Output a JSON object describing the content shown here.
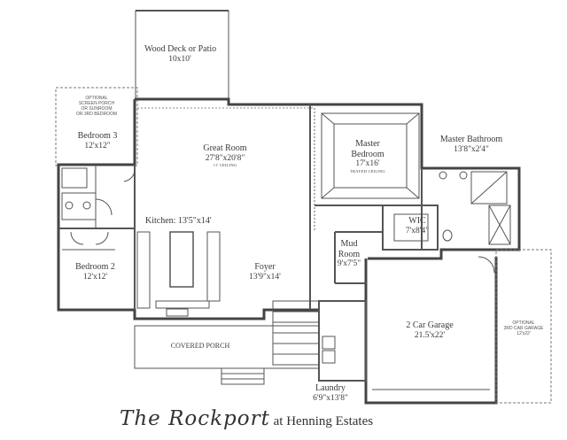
{
  "rooms": {
    "deck": {
      "name": "Wood Deck or Patio",
      "dims": "10x10'"
    },
    "bedroom3": {
      "name": "Bedroom 3",
      "dims": "12'x12\""
    },
    "optional_porch": {
      "lines": [
        "OPTIONAL",
        "SCREEN PORCH",
        "OR SUNROOM",
        "OR 3RD BEDROOM"
      ]
    },
    "great_room": {
      "name": "Great Room",
      "dims": "27'8\"x20'8\"",
      "note": "11' CEILING"
    },
    "master_bedroom": {
      "name": "Master Bedroom",
      "dims": "17'x16'",
      "note": "TRAYED CEILING"
    },
    "master_bathroom": {
      "name": "Master Bathroom",
      "dims": "13'8\"x2'4\""
    },
    "kitchen": {
      "name": "Kitchen: 13'5\"x14'"
    },
    "wic": {
      "name": "WIC",
      "dims": "7'x8'4\""
    },
    "mud_room": {
      "name": "Mud Room",
      "dims": "9'x7'5\""
    },
    "bedroom2": {
      "name": "Bedroom 2",
      "dims": "12'x12'"
    },
    "foyer": {
      "name": "Foyer",
      "dims": "13'9\"x14'"
    },
    "garage": {
      "name": "2 Car Garage",
      "dims": "21.5'x22'"
    },
    "optional_garage": {
      "lines": [
        "OPTIONAL",
        "3RD CAR GARAGE",
        "12'x22'"
      ]
    },
    "covered_porch": {
      "name": "COVERED PORCH"
    },
    "laundry": {
      "name": "Laundry",
      "dims": "6'9\"x13'8\""
    }
  },
  "title": {
    "script": "The Rockport",
    "rest": " at Henning Estates"
  }
}
